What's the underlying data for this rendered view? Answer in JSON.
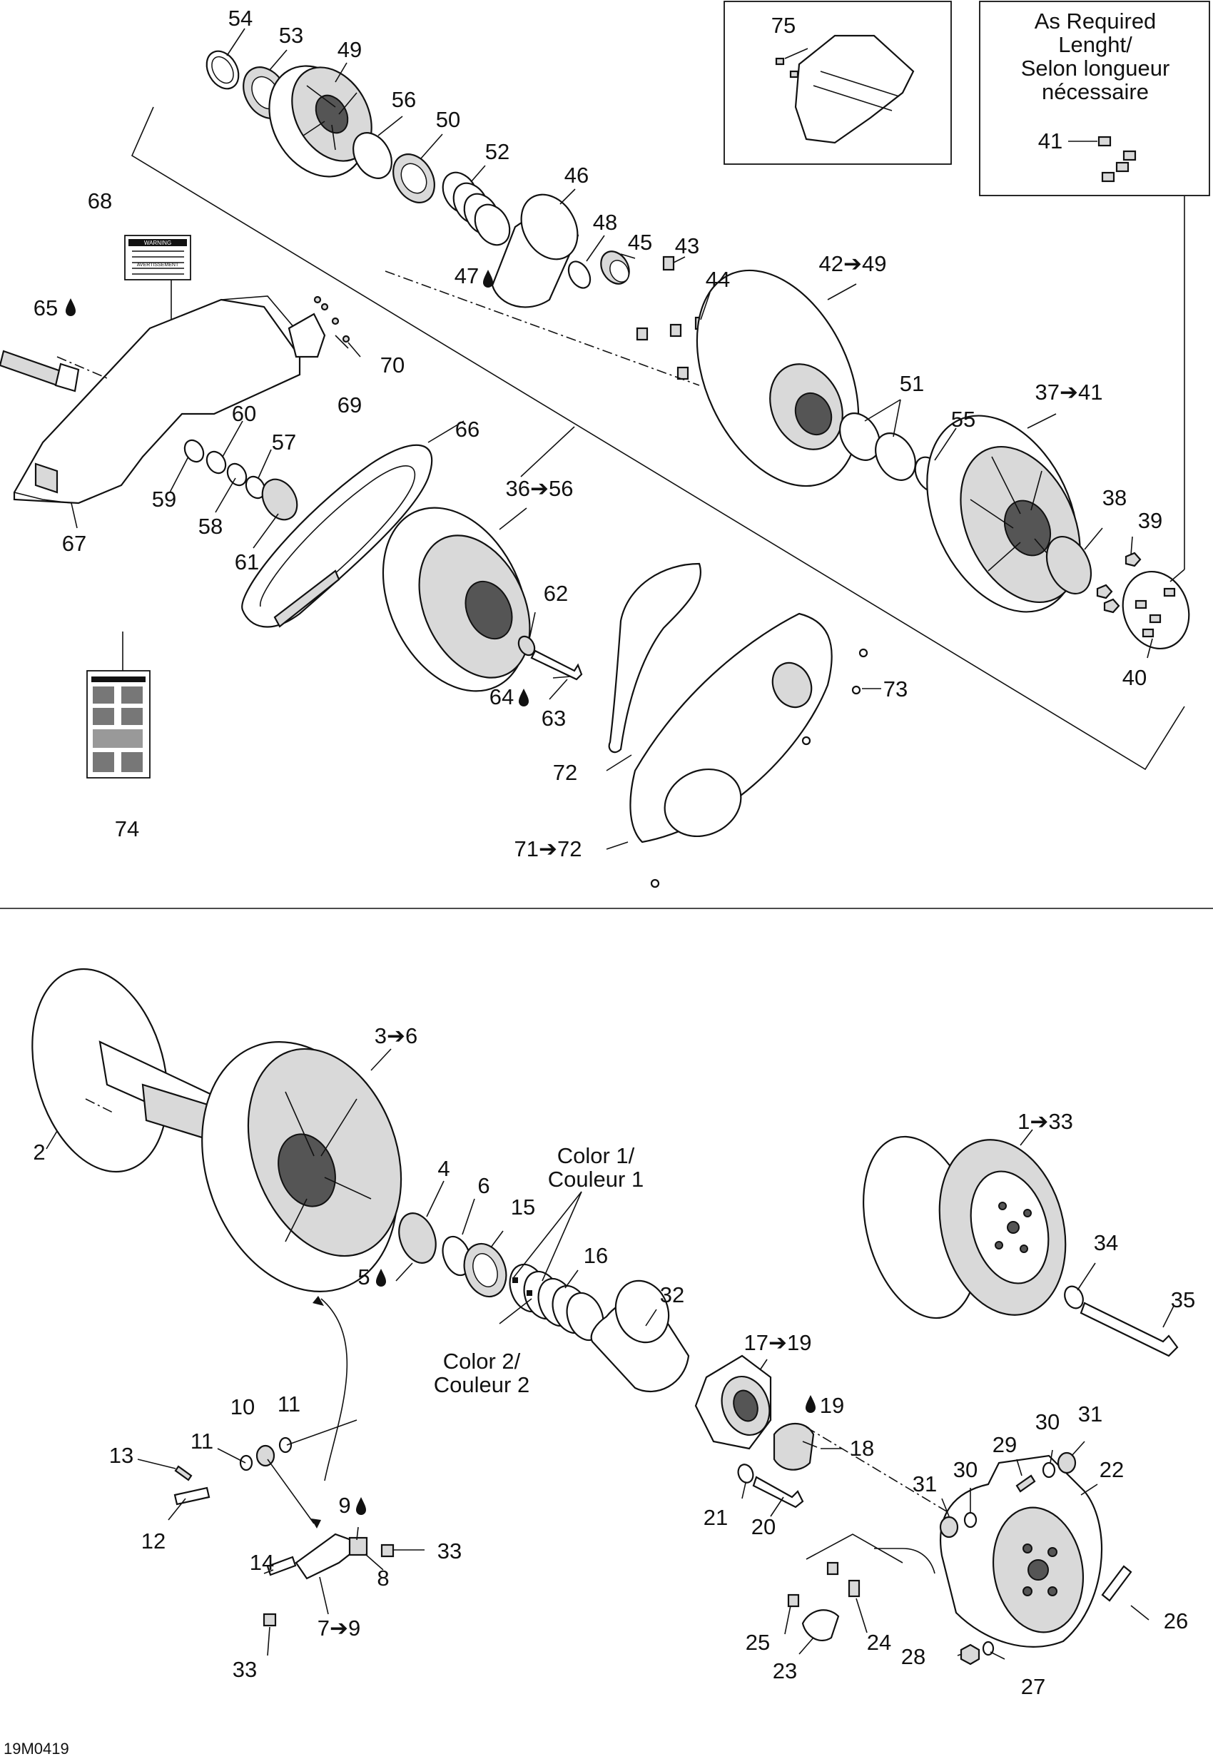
{
  "callouts": [
    {
      "id": "c54",
      "text": "54"
    },
    {
      "id": "c53",
      "text": "53"
    },
    {
      "id": "c49",
      "text": "49"
    },
    {
      "id": "c56",
      "text": "56"
    },
    {
      "id": "c50",
      "text": "50"
    },
    {
      "id": "c52",
      "text": "52"
    },
    {
      "id": "c46",
      "text": "46"
    },
    {
      "id": "c48",
      "text": "48"
    },
    {
      "id": "c45",
      "text": "45"
    },
    {
      "id": "c43",
      "text": "43"
    },
    {
      "id": "c44",
      "text": "44"
    },
    {
      "id": "c47",
      "text": "47"
    },
    {
      "id": "c42",
      "text": "42➔49"
    },
    {
      "id": "c75",
      "text": "75"
    },
    {
      "id": "c41",
      "text": "41"
    },
    {
      "id": "c68",
      "text": "68"
    },
    {
      "id": "c65",
      "text": "65"
    },
    {
      "id": "c70",
      "text": "70"
    },
    {
      "id": "c69",
      "text": "69"
    },
    {
      "id": "c60",
      "text": "60"
    },
    {
      "id": "c57",
      "text": "57"
    },
    {
      "id": "c59",
      "text": "59"
    },
    {
      "id": "c58",
      "text": "58"
    },
    {
      "id": "c61",
      "text": "61"
    },
    {
      "id": "c67",
      "text": "67"
    },
    {
      "id": "c66",
      "text": "66"
    },
    {
      "id": "c51",
      "text": "51"
    },
    {
      "id": "c55",
      "text": "55"
    },
    {
      "id": "c37",
      "text": "37➔41"
    },
    {
      "id": "c36",
      "text": "36➔56"
    },
    {
      "id": "c38",
      "text": "38"
    },
    {
      "id": "c39",
      "text": "39"
    },
    {
      "id": "c62",
      "text": "62"
    },
    {
      "id": "c64",
      "text": "64"
    },
    {
      "id": "c63",
      "text": "63"
    },
    {
      "id": "c73",
      "text": "73"
    },
    {
      "id": "c40",
      "text": "40"
    },
    {
      "id": "c72",
      "text": "72"
    },
    {
      "id": "c71",
      "text": "71➔72"
    },
    {
      "id": "c74",
      "text": "74"
    },
    {
      "id": "c2",
      "text": "2"
    },
    {
      "id": "c3",
      "text": "3➔6"
    },
    {
      "id": "c4",
      "text": "4"
    },
    {
      "id": "c6",
      "text": "6"
    },
    {
      "id": "c15",
      "text": "15"
    },
    {
      "id": "c5",
      "text": "5"
    },
    {
      "id": "c16",
      "text": "16"
    },
    {
      "id": "c32",
      "text": "32"
    },
    {
      "id": "c1",
      "text": "1➔33"
    },
    {
      "id": "c34",
      "text": "34"
    },
    {
      "id": "c35",
      "text": "35"
    },
    {
      "id": "c17",
      "text": "17➔19"
    },
    {
      "id": "c19",
      "text": "19"
    },
    {
      "id": "c18",
      "text": "18"
    },
    {
      "id": "c10",
      "text": "10"
    },
    {
      "id": "c11a",
      "text": "11"
    },
    {
      "id": "c11b",
      "text": "11"
    },
    {
      "id": "c13",
      "text": "13"
    },
    {
      "id": "c12",
      "text": "12"
    },
    {
      "id": "c9",
      "text": "9"
    },
    {
      "id": "c33a",
      "text": "33"
    },
    {
      "id": "c14",
      "text": "14"
    },
    {
      "id": "c8",
      "text": "8"
    },
    {
      "id": "c7",
      "text": "7➔9"
    },
    {
      "id": "c33b",
      "text": "33"
    },
    {
      "id": "c21",
      "text": "21"
    },
    {
      "id": "c20",
      "text": "20"
    },
    {
      "id": "c29",
      "text": "29"
    },
    {
      "id": "c30a",
      "text": "30"
    },
    {
      "id": "c31a",
      "text": "31"
    },
    {
      "id": "c22",
      "text": "22"
    },
    {
      "id": "c31b",
      "text": "31"
    },
    {
      "id": "c30b",
      "text": "30"
    },
    {
      "id": "c25",
      "text": "25"
    },
    {
      "id": "c24",
      "text": "24"
    },
    {
      "id": "c23",
      "text": "23"
    },
    {
      "id": "c26",
      "text": "26"
    },
    {
      "id": "c28",
      "text": "28"
    },
    {
      "id": "c27",
      "text": "27"
    }
  ],
  "notes": {
    "as_required": [
      "As Required",
      "Lenght/",
      "Selon longueur",
      "nécessaire"
    ],
    "color1": [
      "Color 1/",
      "Couleur 1"
    ],
    "color2": [
      "Color 2/",
      "Couleur 2"
    ]
  },
  "drawing_code": "19M0419",
  "label_texts": {
    "warning_title": "WARNING",
    "warning_avertissement": "AVERTISSEMENT"
  }
}
